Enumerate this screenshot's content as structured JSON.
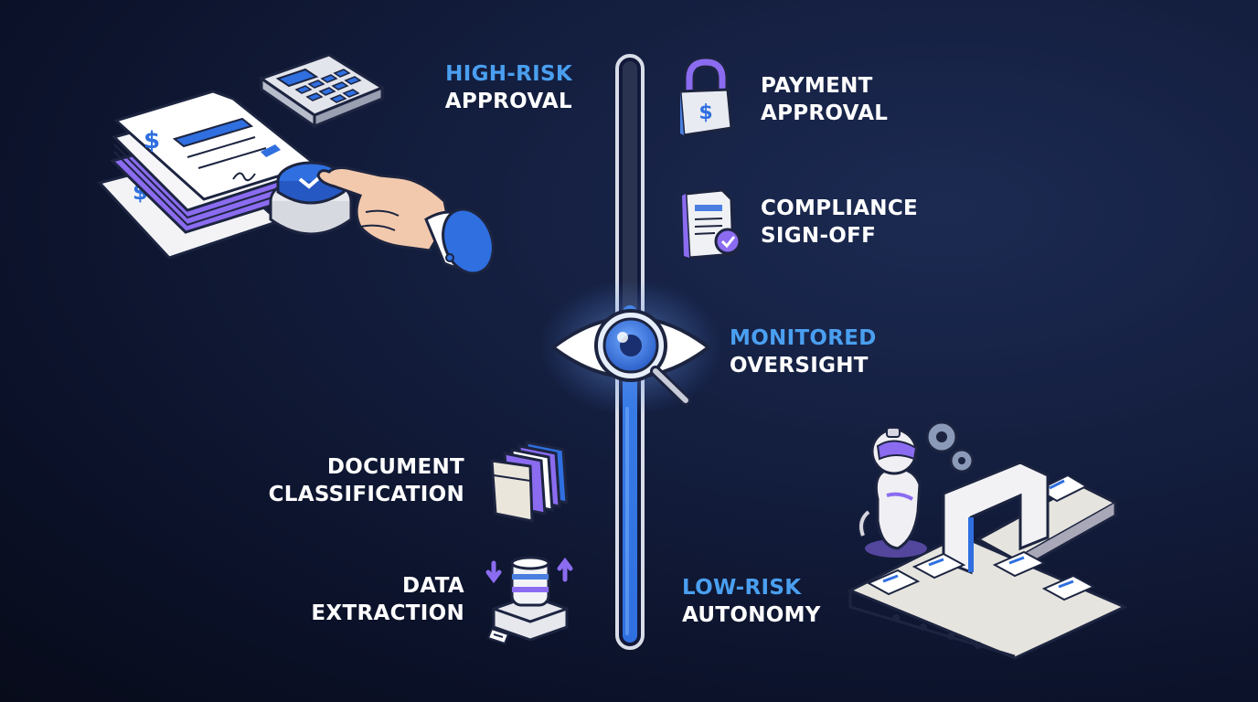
{
  "colors": {
    "accent": "#4a9ff0",
    "text": "#ffffff",
    "background": "#0e1632",
    "purple": "#8b6cf0",
    "blue": "#2f6fe0"
  },
  "labels": {
    "high_risk": {
      "line1": "HIGH-RISK",
      "line2": "APPROVAL"
    },
    "payment": {
      "line1": "PAYMENT",
      "line2": "APPROVAL"
    },
    "compliance": {
      "line1": "COMPLIANCE",
      "line2": "SIGN-OFF"
    },
    "monitored": {
      "line1": "MONITORED",
      "line2": "OVERSIGHT"
    },
    "document": {
      "line1": "DOCUMENT",
      "line2": "CLASSIFICATION"
    },
    "data": {
      "line1": "DATA",
      "line2": "EXTRACTION"
    },
    "low_risk": {
      "line1": "LOW-RISK",
      "line2": "AUTONOMY"
    }
  },
  "scale_fill_fraction": 0.58
}
